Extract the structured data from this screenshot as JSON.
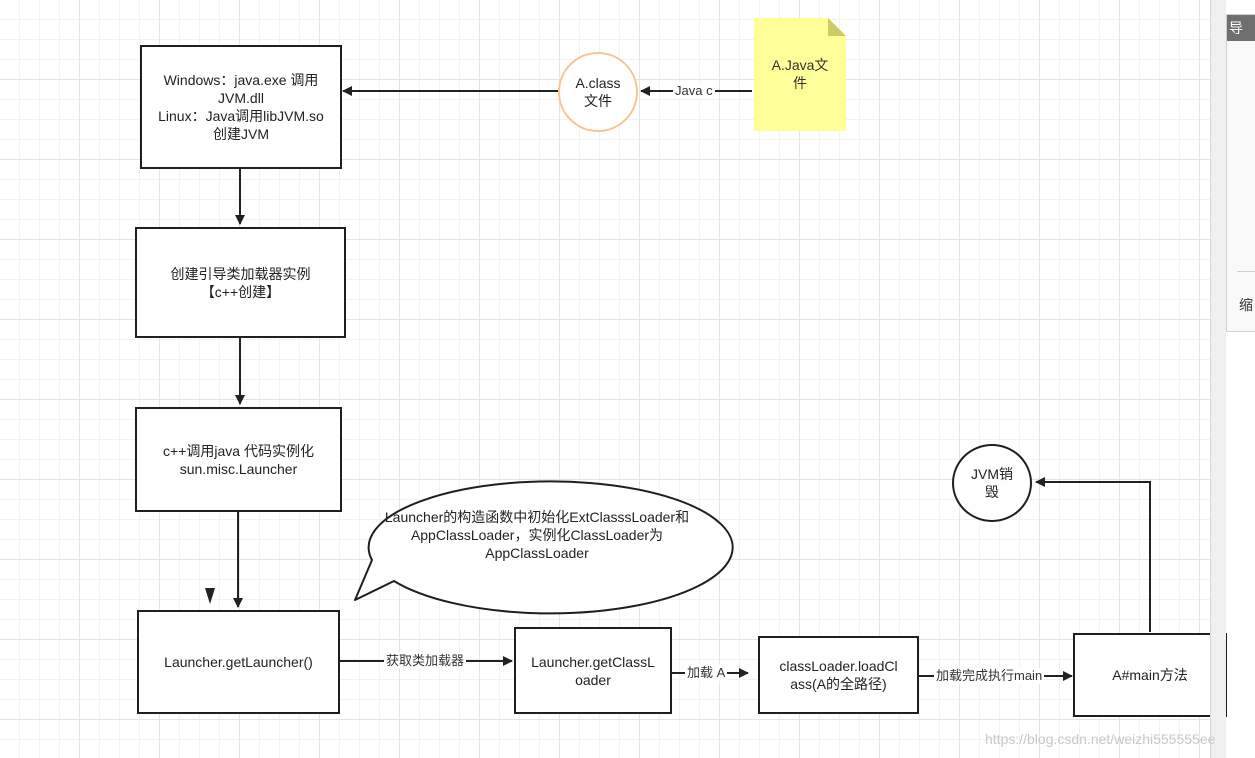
{
  "nodes": {
    "jvm_create": "Windows：java.exe 调用JVM.dll\nLinux：Java调用libJVM.so\n创建JVM",
    "bootstrap": "创建引导类加载器实例\n【c++创建】",
    "cpp_call": "c++调用java 代码实例化\nsun.misc.Launcher",
    "get_launcher": "Launcher.getLauncher()",
    "get_classloader": "Launcher.getClassL\noader",
    "load_class": "classLoader.loadCl\nass(A的全路径)",
    "main_method": "A#main方法",
    "jvm_destroy": "JVM销\n毁",
    "class_file": "A.class\n文件",
    "java_file": "A.Java文\n件"
  },
  "bubble": "Launcher的构造函数中初始化ExtClasssLoader和AppClassLoader，实例化ClassLoader为AppClassLoader",
  "edge_labels": {
    "javac": "Java c",
    "get_loader": "获取类加载器",
    "load": "加载 A",
    "exec_main": "加载完成执行main"
  },
  "side_panel": {
    "tab_label": "导",
    "zoom_label": "缩"
  },
  "watermark": "https://blog.csdn.net/weizhi555555ee",
  "colors": {
    "stroke": "#1f1f1f",
    "class_file_border": "#f5c596",
    "note_fill": "#ffff99",
    "note_fold": "#cccc66",
    "grid": "#e4e4e4"
  }
}
